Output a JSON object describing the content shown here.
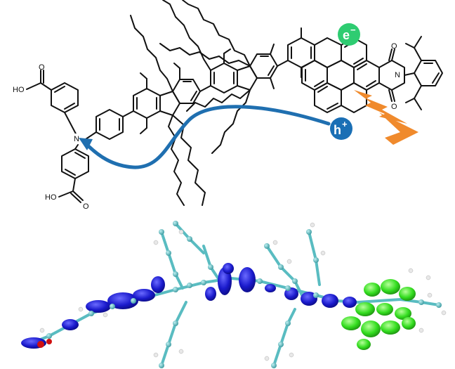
{
  "labels": {
    "cooh_top": "HO",
    "cooh_bottom": "HO",
    "o_top": "O",
    "o_acid_top": "O",
    "o_acid_bottom": "O",
    "o_imide_top": "O",
    "o_imide_bottom": "O",
    "n_amine": "N",
    "n_imide": "N",
    "electron_base": "e",
    "electron_sup": "−",
    "hole_base": "h",
    "hole_sup": "+"
  },
  "colors": {
    "bond": "#111111",
    "electron_badge": "#2ecc71",
    "hole_badge": "#1a6fb5",
    "transfer_arrow": "#1f6fb0",
    "light_bolt": "#f08a2c",
    "homo_lobe": "#1a1acc",
    "lumo_lobe": "#33dd1f",
    "carbon_atom": "#4fb3b8",
    "hydrogen_atom": "#e8e8e8",
    "oxygen_atom": "#d01010",
    "nitrogen_atom": "#2030c8"
  },
  "icons": {
    "photoexcitation": "lightning-bolt-icon",
    "hole_transfer": "curved-arrow-icon"
  }
}
